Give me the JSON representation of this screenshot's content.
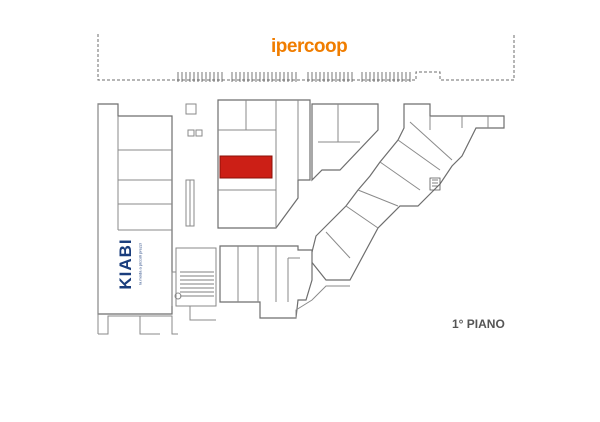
{
  "floor_label": "1° PIANO",
  "anchor_store": {
    "name": "ipercoop",
    "color": "#f07d00"
  },
  "side_store": {
    "name": "KIABI",
    "tagline": "la moda a piccoli prezzi",
    "color": "#1a3d7c"
  },
  "highlight": {
    "color": "#cc1f16",
    "stroke": "#8a1208"
  }
}
